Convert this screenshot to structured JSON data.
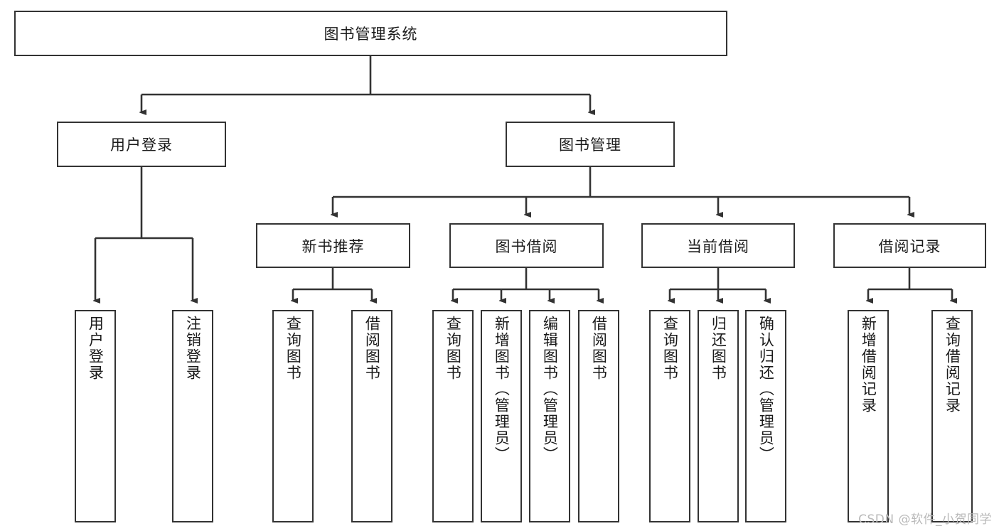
{
  "diagram": {
    "title": "图书管理系统",
    "type": "tree-hierarchy",
    "watermark": "CSDN @软件_小贺同学",
    "colors": {
      "stroke": "#333333",
      "fill": "#ffffff",
      "text": "#1a1a1a",
      "watermark": "#b9b9b9"
    },
    "nodes": {
      "root": "图书管理系统",
      "level1": [
        "用户登录",
        "图书管理"
      ],
      "level2": [
        "新书推荐",
        "图书借阅",
        "当前借阅",
        "借阅记录"
      ],
      "leaves": {
        "user_login": [
          "用户登录",
          "注销登录"
        ],
        "new_book_recommend": [
          "查询图书",
          "借阅图书"
        ],
        "book_borrow": [
          "查询图书",
          "新增图书（管理员）",
          "编辑图书（管理员）",
          "借阅图书"
        ],
        "current_borrow": [
          "查询图书",
          "归还图书",
          "确认归还（管理员）"
        ],
        "borrow_record": [
          "新增借阅记录",
          "查询借阅记录"
        ]
      }
    }
  }
}
